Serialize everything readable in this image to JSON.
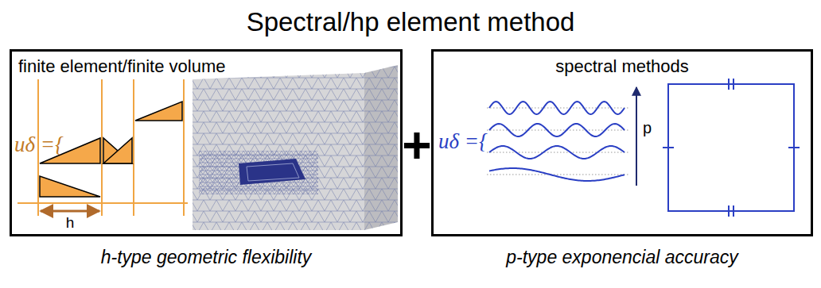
{
  "diagram": {
    "title": "Spectral/hp element method",
    "nodes": [
      {
        "text": [
          "finite element/finite volume",
          "h-type geometric flexibility"
        ]
      },
      {
        "text": [
          "spectral methods",
          "p-type exponencial accuracy"
        ]
      }
    ],
    "labels": [
      "uδ ={",
      "h",
      "+",
      "uδ ={",
      "p"
    ]
  }
}
